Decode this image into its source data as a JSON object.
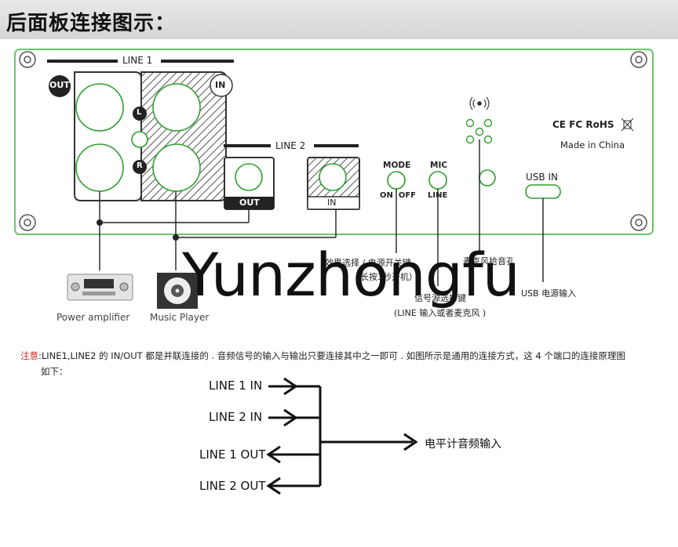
{
  "header": {
    "title": "后面板连接图示："
  },
  "panel": {
    "line1_label": "LINE 1",
    "line2_label": "LINE 2",
    "out_badge": "OUT",
    "in_badge": "IN",
    "left_badge": "L",
    "right_badge": "R",
    "out_jack_label": "OUT",
    "in_jack_label": "IN",
    "mode_label": "MODE",
    "on_off_label": "ON  OFF",
    "mic_label": "MIC",
    "line_label": "LINE",
    "certifications": "CE FC RoHS",
    "made_in": "Made in China",
    "usb_label": "USB IN"
  },
  "callouts": {
    "power_switch": "效果选择 / 电源开关键",
    "power_switch_note": "（长按3秒开机）",
    "mic_pickup": "麦克风拾音孔",
    "signal_select": "信号源选择键",
    "signal_select_note": "(LINE 输入或者麦克风 )",
    "usb_power": "USB 电源输入",
    "power_amplifier": "Power amplifier",
    "music_player": "Music Player"
  },
  "watermark": "Yunzhongfu",
  "note": {
    "label": "注意",
    "text": ":LINE1,LINE2 的 IN/OUT 都是并联连接的 . 音频信号的输入与输出只要连接其中之一即可 . 如图所示是通用的连接方式，这 4 个端口的连接原理图",
    "text2": "如下："
  },
  "flow": {
    "inputs": [
      "LINE 1 IN",
      "LINE 2 IN"
    ],
    "outputs": [
      "LINE 1 OUT",
      "LINE 2 OUT"
    ],
    "target": "电平计音频输入"
  }
}
